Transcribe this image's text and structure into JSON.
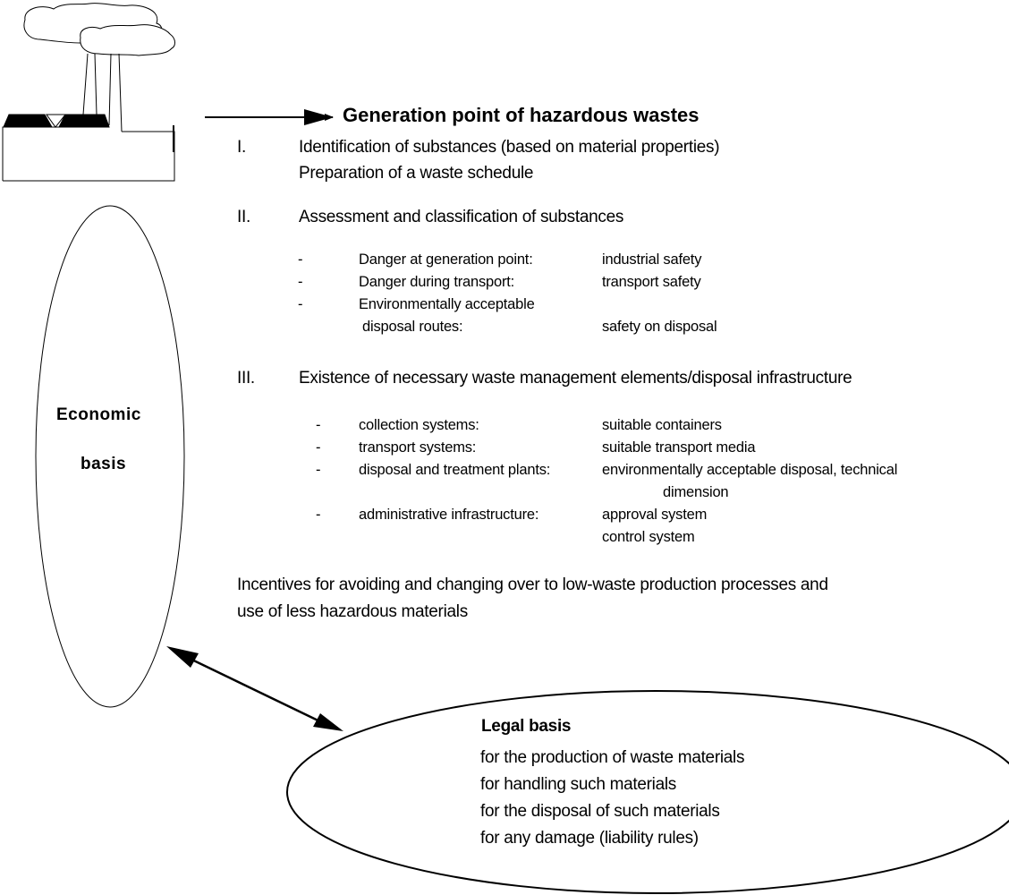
{
  "diagram": {
    "title": "Generation point of hazardous wastes",
    "sections": [
      {
        "numeral": "I.",
        "lines": [
          "Identification of substances (based on material properties)",
          "Preparation of a waste schedule"
        ]
      },
      {
        "numeral": "II.",
        "lines": [
          "Assessment and classification of substances"
        ],
        "items": [
          {
            "bullet": "-",
            "label": "Danger at generation point:",
            "value": "industrial safety"
          },
          {
            "bullet": "-",
            "label": "Danger during transport:",
            "value": "transport safety"
          },
          {
            "bullet": "-",
            "label": "Environmentally acceptable",
            "label2": "disposal routes:",
            "value": "safety on disposal"
          }
        ]
      },
      {
        "numeral": "III.",
        "lines": [
          "Existence of necessary waste management elements/disposal infrastructure"
        ],
        "items": [
          {
            "bullet": "-",
            "label": "collection systems:",
            "value": "suitable containers"
          },
          {
            "bullet": "-",
            "label": "transport systems:",
            "value": "suitable transport media"
          },
          {
            "bullet": "-",
            "label": "disposal and treatment plants:",
            "value": "environmentally acceptable disposal, technical",
            "value2": "dimension"
          },
          {
            "bullet": "-",
            "label": "administrative infrastructure:",
            "value": "approval system",
            "value2": "control system"
          }
        ]
      }
    ],
    "incentives": [
      "Incentives for avoiding and changing over to low-waste production processes and",
      "use of less hazardous materials"
    ],
    "economic_basis": [
      "Economic",
      "basis"
    ],
    "legal_basis": {
      "title": "Legal basis",
      "lines": [
        "for the production of waste materials",
        "for handling such materials",
        "for the disposal of such materials",
        "for any damage (liability rules)"
      ]
    },
    "icons": {
      "factory": "factory-icon",
      "arrow": "arrow-right-icon",
      "double_arrow": "double-arrow-icon"
    },
    "colors": {
      "stroke": "#000000",
      "background": "#ffffff"
    }
  }
}
